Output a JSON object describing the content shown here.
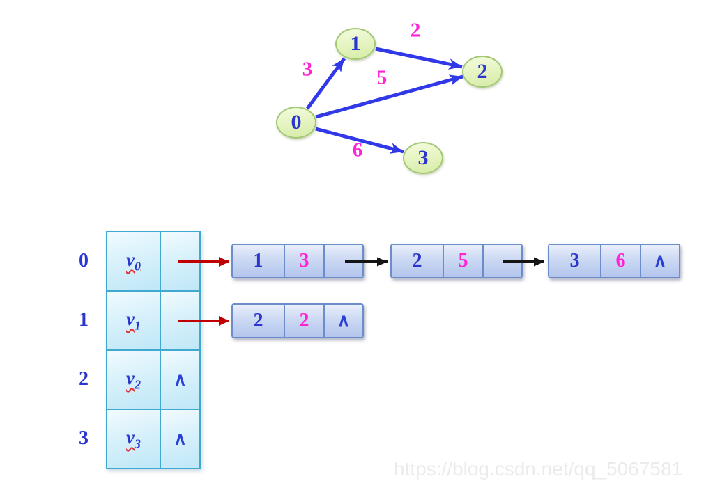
{
  "graph": {
    "nodes": [
      {
        "label": "0"
      },
      {
        "label": "1"
      },
      {
        "label": "2"
      },
      {
        "label": "3"
      }
    ],
    "edges": [
      {
        "from": "0",
        "to": "1",
        "weight": "3"
      },
      {
        "from": "1",
        "to": "2",
        "weight": "2"
      },
      {
        "from": "0",
        "to": "2",
        "weight": "5"
      },
      {
        "from": "0",
        "to": "3",
        "weight": "6"
      }
    ]
  },
  "adjacency_list": {
    "rows": [
      {
        "index": "0",
        "vertex_base": "v",
        "vertex_sub": "0",
        "pointer": ""
      },
      {
        "index": "1",
        "vertex_base": "v",
        "vertex_sub": "1",
        "pointer": ""
      },
      {
        "index": "2",
        "vertex_base": "v",
        "vertex_sub": "2",
        "pointer": "∧"
      },
      {
        "index": "3",
        "vertex_base": "v",
        "vertex_sub": "3",
        "pointer": "∧"
      }
    ],
    "chains": [
      {
        "row": "0",
        "nodes": [
          {
            "vertex": "1",
            "weight": "3",
            "next": ""
          },
          {
            "vertex": "2",
            "weight": "5",
            "next": ""
          },
          {
            "vertex": "3",
            "weight": "6",
            "next": "∧"
          }
        ]
      },
      {
        "row": "1",
        "nodes": [
          {
            "vertex": "2",
            "weight": "2",
            "next": "∧"
          }
        ]
      }
    ]
  },
  "watermark": "https://blog.csdn.net/qq_5067581",
  "colors": {
    "edge_blue": "#3038e8",
    "number_blue": "#2a36cf",
    "weight_magenta": "#ff22d6",
    "red_arrow": "#c00000",
    "black_arrow": "#151515",
    "array_border": "#3fa9cf",
    "list_border": "#6d8dca",
    "node_border": "#a2c873",
    "node_fill": "#d6eba6"
  }
}
